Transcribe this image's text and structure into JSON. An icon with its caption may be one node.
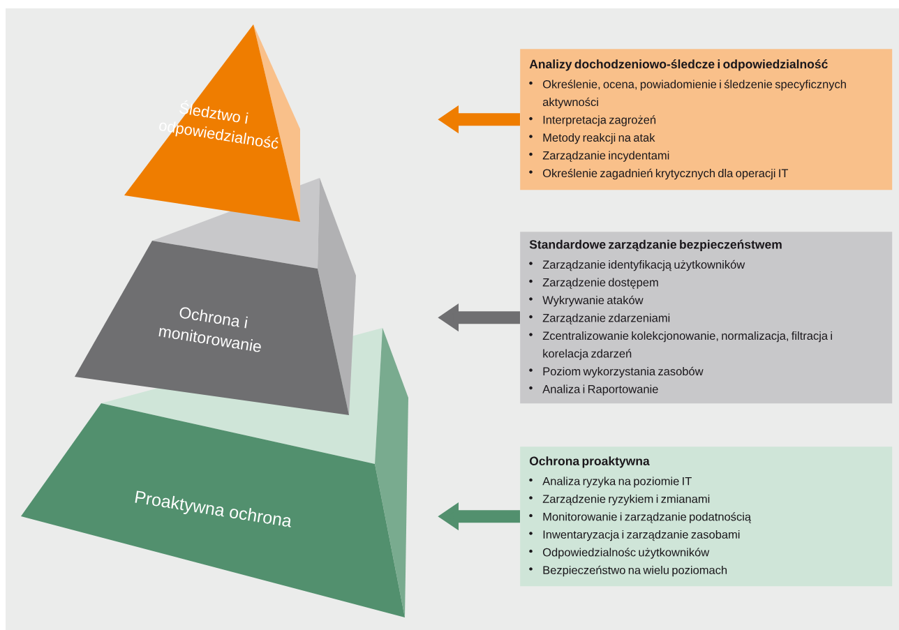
{
  "diagram": {
    "nodes": [
      {
        "text": [
          "Śledztwo i odpowiedzialność"
        ]
      },
      {
        "text": [
          "Ochrona i monitorowanie"
        ]
      },
      {
        "text": [
          "Proaktywna ochrona"
        ]
      },
      {
        "text": [
          "Analizy dochodzeniowo-śledcze i odpowiedzialność",
          "Określenie, ocena, powiadomienie i śledzenie specyficznych aktywności",
          "Interpretacja zagrożeń",
          "Metody reakcji na atak",
          "Zarządzanie incydentami",
          "Określenie zagadnień krytycznych dla operacji IT"
        ]
      },
      {
        "text": [
          "Standardowe zarządzanie bezpieczeństwem",
          "Zarządzanie identyfikacją użytkowników",
          "Zarządzenie dostępem",
          "Wykrywanie ataków",
          "Zarządzanie zdarzeniami",
          "Zcentralizowanie kolekcjonowanie, normalizacja, filtracja i korelacja zdarzeń",
          "Poziom wykorzystania zasobów",
          "Analiza i Raportowanie"
        ]
      },
      {
        "text": [
          "Ochrona proaktywna",
          "Analiza ryzyka na poziomie IT",
          "Zarządzenie ryzykiem i zmianami",
          "Monitorowanie i zarządzanie podatnością",
          "Inwentaryzacja i zarządzanie zasobami",
          "Odpowiedzialnośc użytkowników",
          "Bezpieczeństwo na wielu poziomach"
        ]
      }
    ],
    "edges": [
      {
        "from": 3,
        "to": null,
        "arrow": "to",
        "color": "#ef7d00"
      },
      {
        "from": 4,
        "to": null,
        "arrow": "to",
        "color": "#6f6f71"
      },
      {
        "from": 5,
        "to": null,
        "arrow": "to",
        "color": "#52906e"
      }
    ]
  }
}
